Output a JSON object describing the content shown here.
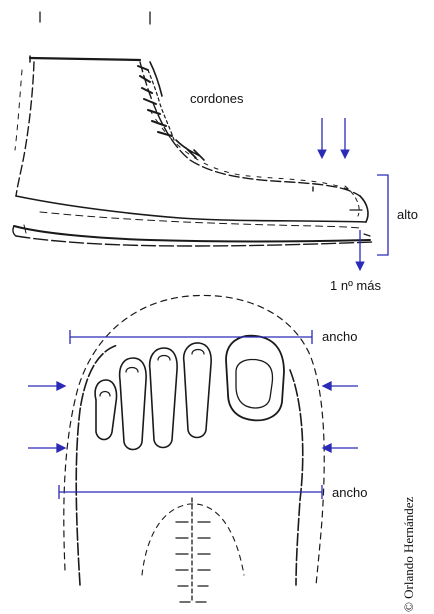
{
  "side_view": {
    "laces_label": "cordones",
    "height_label": "alto",
    "size_label": "1 nº más"
  },
  "top_view": {
    "width_label_top": "ancho",
    "width_label_bottom": "ancho"
  },
  "credit": "© Orlando Hernández",
  "colors": {
    "annotation": "#2b2bb8",
    "sketch": "#1a1a1a",
    "background": "#ffffff"
  }
}
